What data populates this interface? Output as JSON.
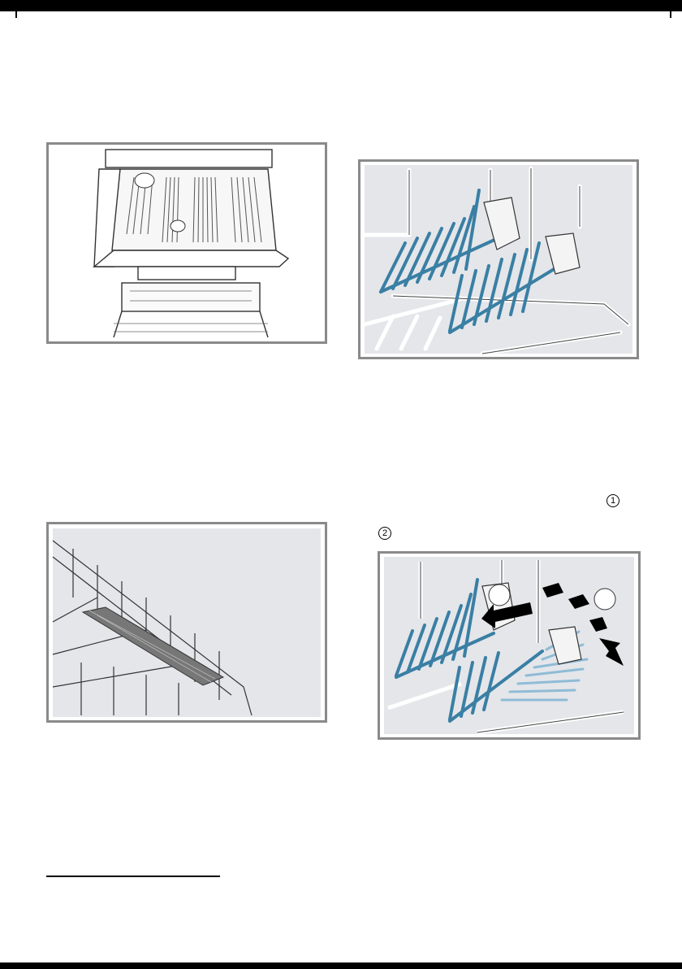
{
  "page": {
    "markers": [
      "1",
      "2"
    ],
    "callouts": [
      "",
      ""
    ]
  },
  "figures": {
    "fig1": "dishwasher-top-cutlery-drawer",
    "fig2": "rack-prong-rows",
    "fig3": "cutlery-drawer-insert",
    "fig4": "prong-rows-folding"
  },
  "colors": {
    "frame": "#8a8a8a",
    "panel_bg": "#e4e6ea",
    "prong_blue": "#3a7fa4",
    "prong_light": "#8fbcd6",
    "line": "#333333"
  }
}
